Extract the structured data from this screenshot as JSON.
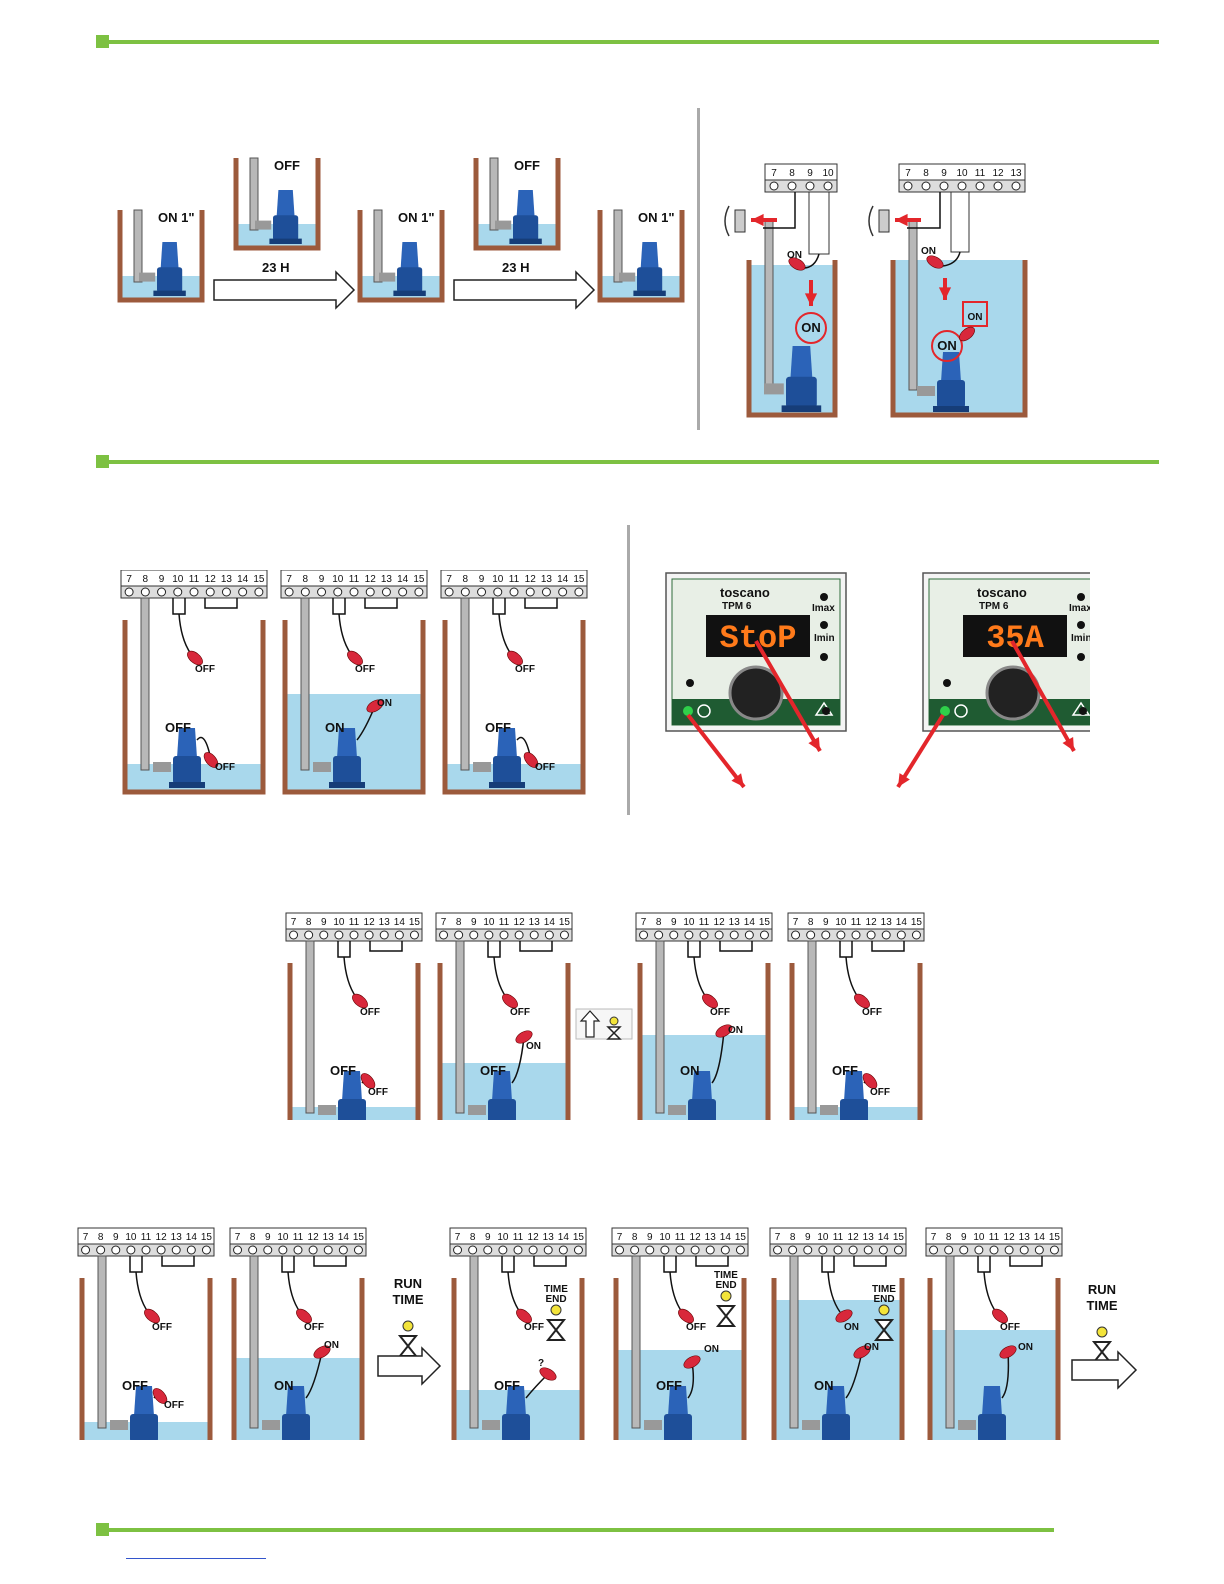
{
  "labels": {
    "on": "ON",
    "off": "OFF",
    "on_1s": "ON 1\"",
    "interval": "23 H",
    "q": "?"
  },
  "terminals": [
    "7",
    "8",
    "9",
    "10",
    "11",
    "12",
    "13",
    "14",
    "15"
  ],
  "terminals_short": [
    "7",
    "8",
    "9",
    "10"
  ],
  "terminals_mid": [
    "7",
    "8",
    "9",
    "10",
    "11",
    "12",
    "13"
  ],
  "panel": {
    "brand": "toscano",
    "model": "TPM 6",
    "imax": "Imax",
    "imin": "Imin",
    "display_1": "StoP",
    "display_2": "35A"
  },
  "run_time": [
    "RUN",
    "TIME"
  ],
  "time_end": [
    "TIME",
    "END"
  ],
  "colors": {
    "accent": "#7dc142",
    "water": "#a9d8ec",
    "tank": "#9c5a3c",
    "float": "#d8283b",
    "pump": "#2b63b8",
    "arrow": "#e3262b"
  }
}
